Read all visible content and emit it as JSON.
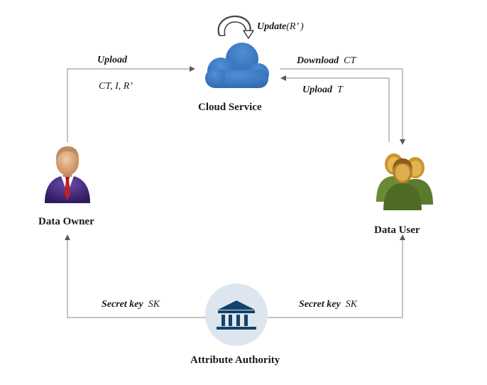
{
  "nodes": {
    "cloud": {
      "label": "Cloud Service"
    },
    "owner": {
      "label": "Data Owner"
    },
    "user": {
      "label": "Data User"
    },
    "authority": {
      "label": "Attribute Authority"
    }
  },
  "edges": {
    "update": {
      "action": "Update",
      "arg": "(R’ )"
    },
    "owner_upload": {
      "action": "Upload",
      "arg": "CT, I, R’"
    },
    "download": {
      "action": "Download",
      "arg": "CT"
    },
    "user_upload": {
      "action": "Upload",
      "arg": "T"
    },
    "sk_owner": {
      "action": "Secret key",
      "arg": "SK"
    },
    "sk_user": {
      "action": "Secret key",
      "arg": "SK"
    }
  },
  "icons": {
    "cloud": "cloud-icon",
    "owner": "businessman-icon",
    "user": "user-group-icon",
    "authority": "bank-building-icon",
    "update": "circular-arrow-icon"
  },
  "colors": {
    "cloud": "#3f7fc8",
    "arrow": "#7a7a7a",
    "authority_bg": "#dde6ee",
    "authority_icon": "#14426a",
    "suit": "#4b2f86",
    "tie": "#c41e22",
    "skin": "#d9a379",
    "user_green": "#5a7a2e"
  }
}
